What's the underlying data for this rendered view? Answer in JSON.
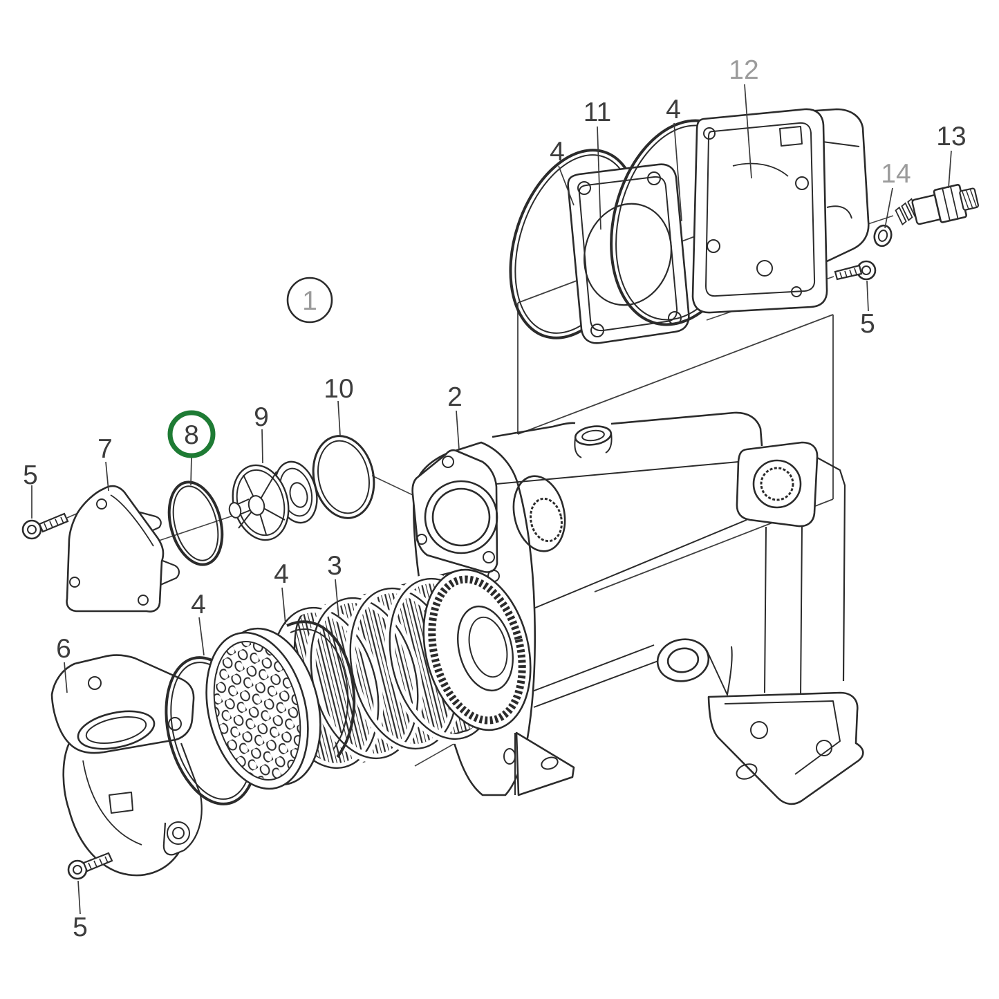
{
  "diagram": {
    "type": "exploded-parts-diagram",
    "background": "#ffffff",
    "line_color": "#2b2b2b",
    "label_color_dark": "#3d3d3d",
    "label_color_light": "#9b9b9b",
    "highlight_color": "#1E7B34",
    "highlighted_callout": "8",
    "assembly_callout": "1"
  },
  "callouts": [
    {
      "label": "1",
      "tone": "light",
      "circle": "black"
    },
    {
      "label": "2",
      "tone": "dark",
      "circle": "none"
    },
    {
      "label": "3",
      "tone": "dark",
      "circle": "none"
    },
    {
      "label": "4",
      "tone": "dark",
      "circle": "none"
    },
    {
      "label": "4",
      "tone": "dark",
      "circle": "none"
    },
    {
      "label": "4",
      "tone": "dark",
      "circle": "none"
    },
    {
      "label": "4",
      "tone": "dark",
      "circle": "none"
    },
    {
      "label": "5",
      "tone": "dark",
      "circle": "none"
    },
    {
      "label": "5",
      "tone": "dark",
      "circle": "none"
    },
    {
      "label": "5",
      "tone": "dark",
      "circle": "none"
    },
    {
      "label": "6",
      "tone": "dark",
      "circle": "none"
    },
    {
      "label": "7",
      "tone": "dark",
      "circle": "none"
    },
    {
      "label": "8",
      "tone": "dark",
      "circle": "green"
    },
    {
      "label": "9",
      "tone": "dark",
      "circle": "none"
    },
    {
      "label": "10",
      "tone": "dark",
      "circle": "none"
    },
    {
      "label": "11",
      "tone": "dark",
      "circle": "none"
    },
    {
      "label": "12",
      "tone": "light",
      "circle": "none"
    },
    {
      "label": "13",
      "tone": "dark",
      "circle": "none"
    },
    {
      "label": "14",
      "tone": "light",
      "circle": "none"
    }
  ]
}
